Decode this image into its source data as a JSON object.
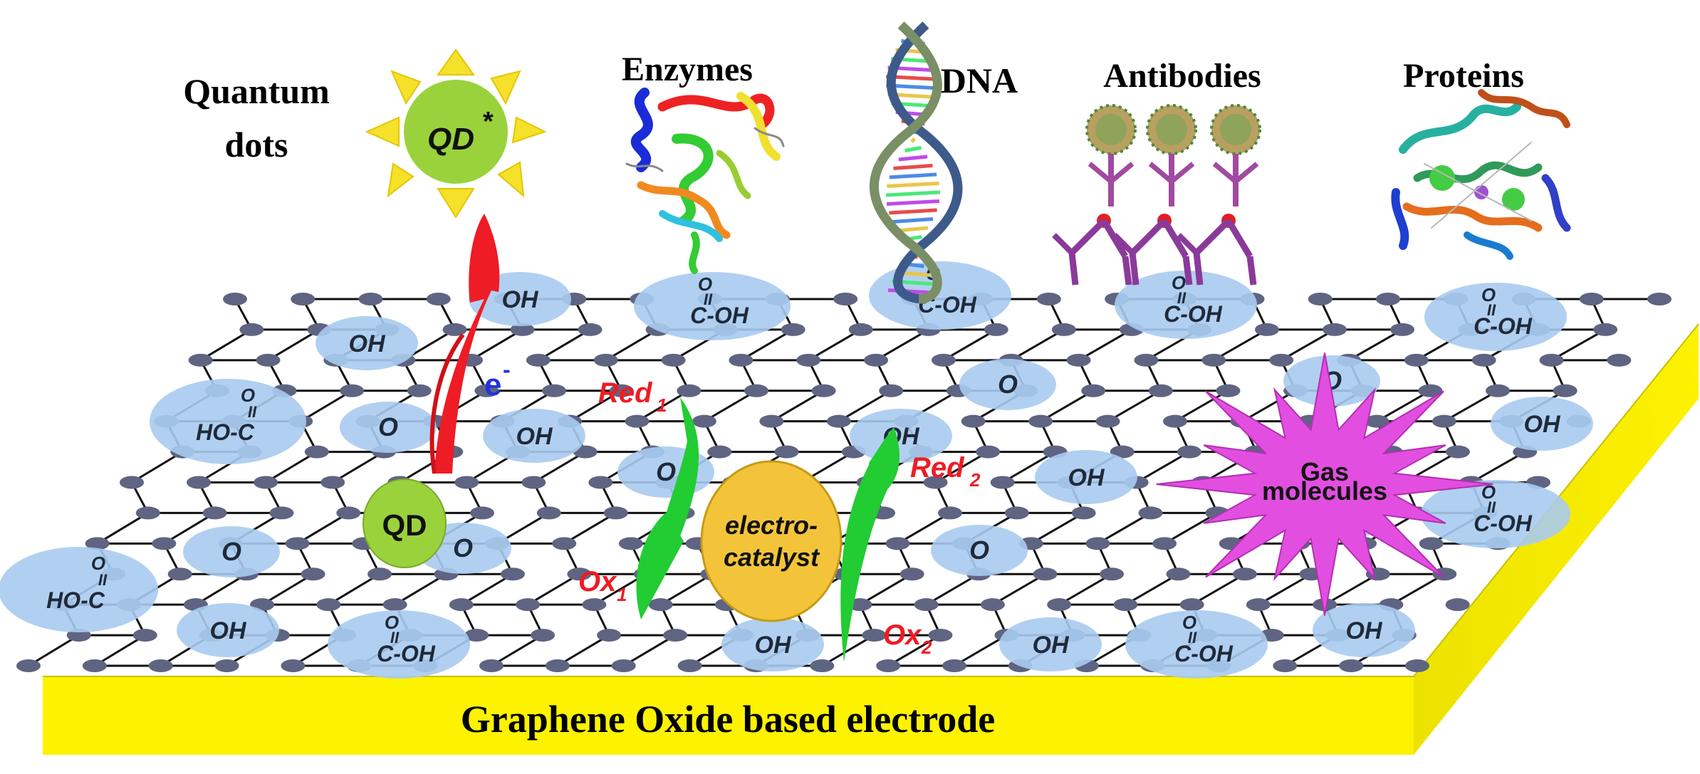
{
  "labels": {
    "quantum_line1": "Quantum",
    "quantum_line2": "dots",
    "enzymes": "Enzymes",
    "dna": "DNA",
    "antibodies": "Antibodies",
    "proteins": "Proteins",
    "electrode": "Graphene Oxide based electrode",
    "qd_star": "QD",
    "qd_star_sup": "*",
    "qd": "QD",
    "electron": "e",
    "electron_sup": "-",
    "catalyst_line1": "electro-",
    "catalyst_line2": "catalyst",
    "gas_line1": "Gas",
    "gas_line2": "molecules",
    "red1": "Red",
    "red1_sub": "1",
    "red2": "Red",
    "red2_sub": "2",
    "ox1": "Ox",
    "ox1_sub": "1",
    "ox2": "Ox",
    "ox2_sub": "2"
  },
  "functional_groups": {
    "oh": "OH",
    "o": "O",
    "carbonyl": "O",
    "cooh": "C-OH",
    "hooc": "HO-C",
    "double_bond": "II"
  },
  "colors": {
    "electrode_yellow": "#fdf200",
    "graphene_node": "#5f6482",
    "group_blue": "#a9cbf0",
    "qd_green": "#9ad23c",
    "catalyst_gold": "#f3c43a",
    "gas_magenta": "#e24fe0",
    "arrow_red": "#ee1c25",
    "arrow_green": "#22cc33"
  }
}
